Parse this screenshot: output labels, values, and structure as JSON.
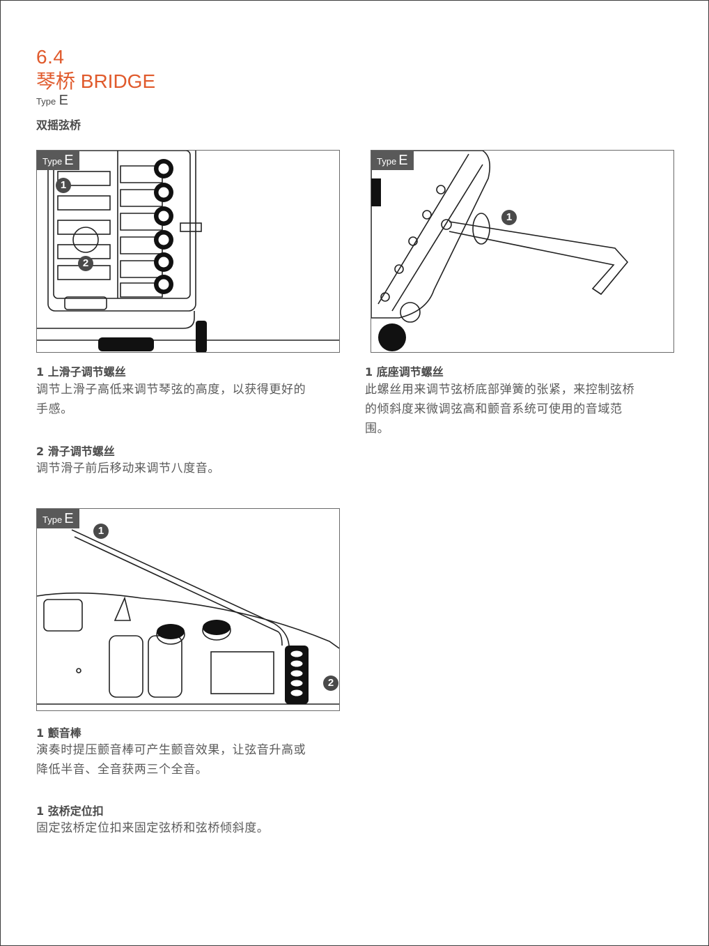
{
  "section": {
    "number": "6.4",
    "title": "琴桥 BRIDGE",
    "type_prefix": "Type",
    "type_letter": "E",
    "subtitle": "双摇弦桥"
  },
  "figures": [
    {
      "badge_prefix": "Type",
      "badge_letter": "E",
      "callouts": [
        "1",
        "2"
      ]
    },
    {
      "badge_prefix": "Type",
      "badge_letter": "E",
      "callouts": [
        "1"
      ]
    },
    {
      "badge_prefix": "Type",
      "badge_letter": "E",
      "callouts": [
        "1",
        "2"
      ]
    }
  ],
  "items": [
    {
      "heading": "1 上滑子调节螺丝",
      "lines": [
        "调节上滑子高低来调节琴弦的高度，以获得更好的",
        "手感。"
      ]
    },
    {
      "heading": "2 滑子调节螺丝",
      "lines": [
        "调节滑子前后移动来调节八度音。"
      ]
    },
    {
      "heading": "1 底座调节螺丝",
      "lines": [
        "此螺丝用来调节弦桥底部弹簧的张紧，来控制弦桥",
        "的倾斜度来微调弦高和颤音系统可使用的音域范",
        "围。"
      ]
    },
    {
      "heading": "1 颤音棒",
      "lines": [
        "演奏时提压颤音棒可产生颤音效果，让弦音升高或",
        "降低半音、全音获两三个全音。"
      ]
    },
    {
      "heading": "1 弦桥定位扣",
      "lines": [
        "固定弦桥定位扣来固定弦桥和弦桥倾斜度。"
      ]
    }
  ],
  "colors": {
    "accent": "#e05a2c",
    "badge_bg": "#595959",
    "text": "#4a4a4a"
  }
}
